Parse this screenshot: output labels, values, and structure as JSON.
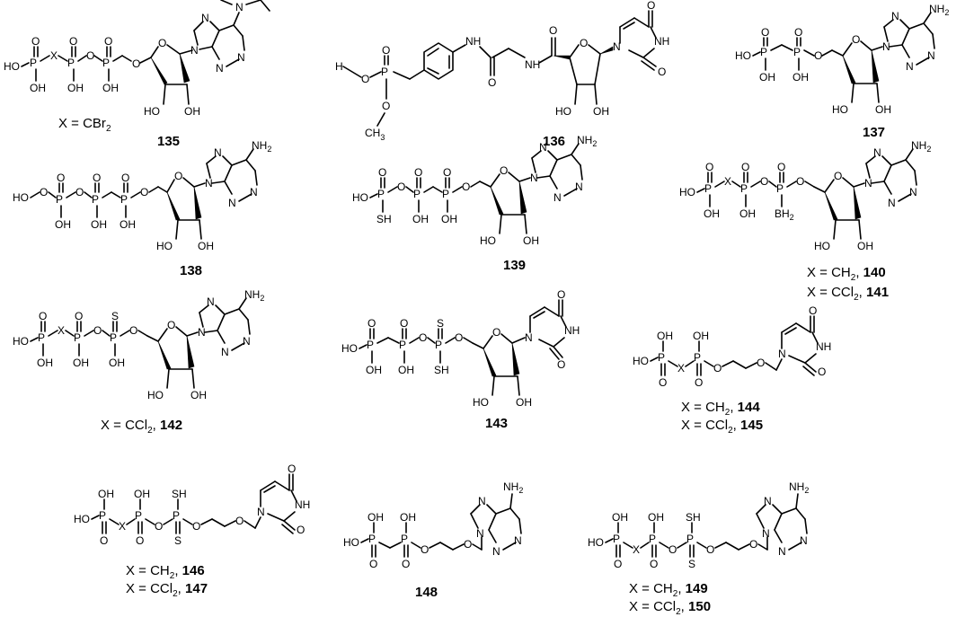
{
  "atoms": {
    "O": "O",
    "OH": "OH",
    "HO": "HO",
    "P": "P",
    "X": "X",
    "S": "S",
    "SH": "SH",
    "N": "N",
    "NH": "NH",
    "NH2": "NH",
    "sub2": "2",
    "BH2": "BH",
    "CH3": "CH",
    "sub3": "3",
    "H3C": "H"
  },
  "compounds": [
    {
      "id": "135",
      "label": "135",
      "note": "X = CBr",
      "note_sub": "2"
    },
    {
      "id": "136",
      "label": "136"
    },
    {
      "id": "137",
      "label": "137"
    },
    {
      "id": "138",
      "label": "138"
    },
    {
      "id": "139",
      "label": "139"
    },
    {
      "id": "140",
      "label": "140",
      "note": "X = CH",
      "note_sub": "2",
      "note_tail": ", "
    },
    {
      "id": "141",
      "label": "141",
      "note": "X = CCl",
      "note_sub": "2",
      "note_tail": ", "
    },
    {
      "id": "142",
      "label": "142",
      "note": "X = CCl",
      "note_sub": "2",
      "note_tail": ", "
    },
    {
      "id": "143",
      "label": "143"
    },
    {
      "id": "144",
      "label": "144",
      "note": "X = CH",
      "note_sub": "2",
      "note_tail": ", "
    },
    {
      "id": "145",
      "label": "145",
      "note": "X = CCl",
      "note_sub": "2",
      "note_tail": ", "
    },
    {
      "id": "146",
      "label": "146",
      "note": "X = CH",
      "note_sub": "2",
      "note_tail": ", "
    },
    {
      "id": "147",
      "label": "147",
      "note": "X = CCl",
      "note_sub": "2",
      "note_tail": ", "
    },
    {
      "id": "148",
      "label": "148"
    },
    {
      "id": "149",
      "label": "149",
      "note": "X = CH",
      "note_sub": "2",
      "note_tail": ", "
    },
    {
      "id": "150",
      "label": "150",
      "note": "X = CCl",
      "note_sub": "2",
      "note_tail": ", "
    }
  ]
}
